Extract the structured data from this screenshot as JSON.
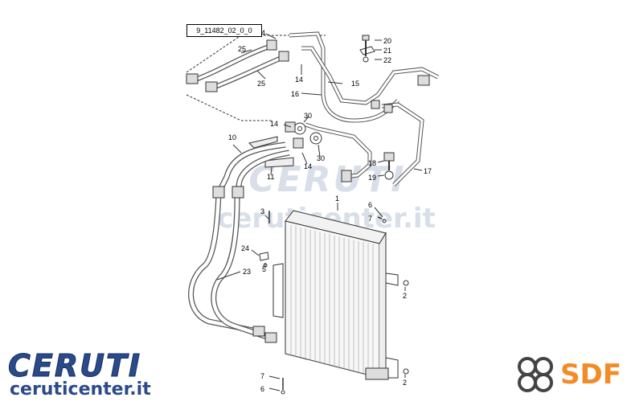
{
  "reference": "9_11482_02_0_0",
  "callouts": [
    "1",
    "2",
    "3",
    "5",
    "6",
    "7",
    "10",
    "11",
    "14",
    "15",
    "16",
    "17",
    "18",
    "19",
    "20",
    "21",
    "22",
    "23",
    "24",
    "25",
    "30"
  ],
  "watermark": {
    "main": "CERUTI",
    "sub": "ceruticenter.it"
  },
  "left_logo": {
    "name": "CERUTI",
    "website": "ceruticenter.it"
  },
  "right_logo": {
    "text": "SDF",
    "icon": "sdf-swirl-icon",
    "color": "#f28c28"
  },
  "colors": {
    "brand_blue": "#2b4a8a",
    "watermark": "#d8dfe8"
  }
}
